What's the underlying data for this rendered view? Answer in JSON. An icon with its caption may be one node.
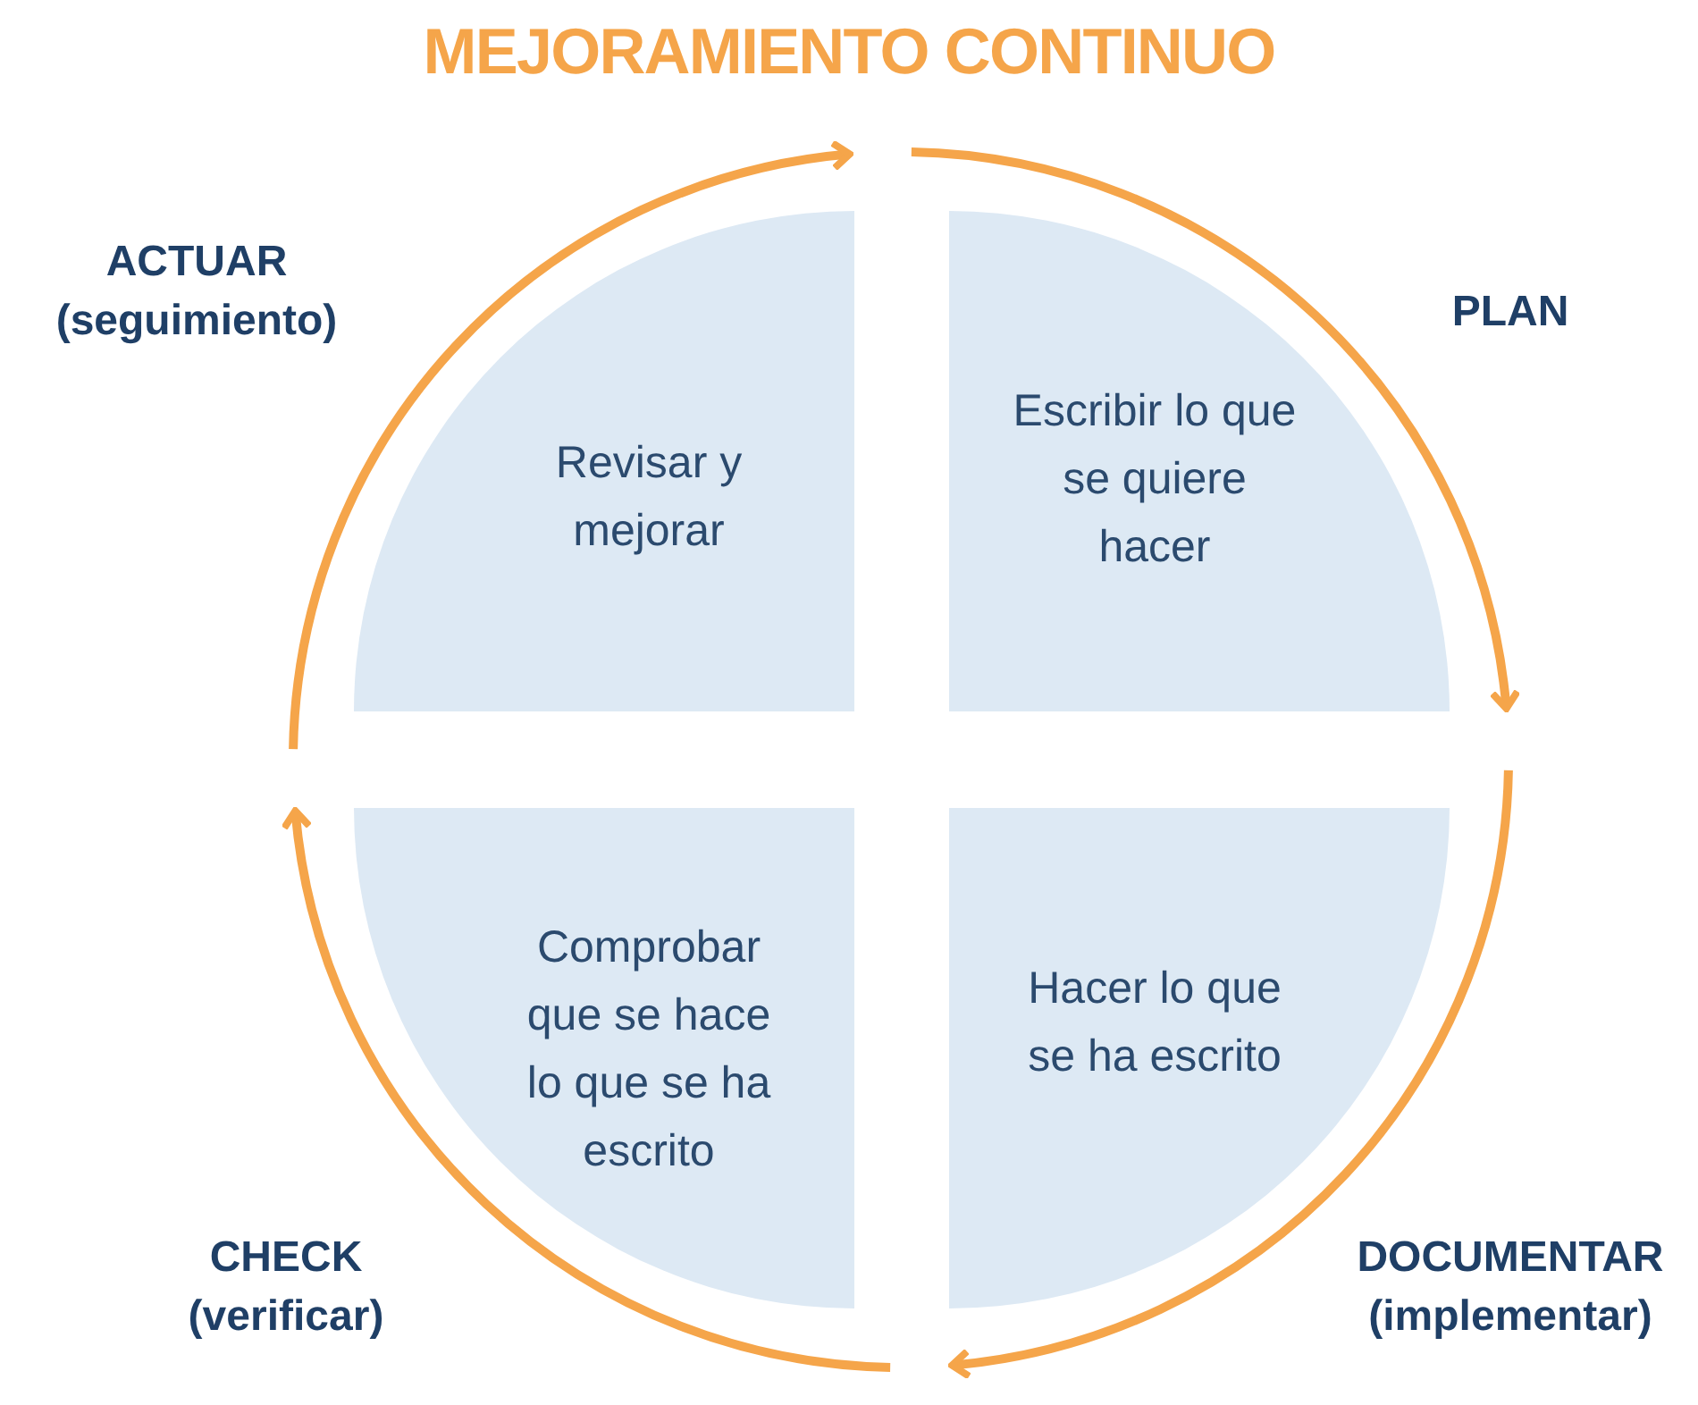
{
  "diagram": {
    "title": "MEJORAMIENTO CONTINUO",
    "nodes": [
      {
        "text": [
          "Revisar y mejorar"
        ],
        "beside": [
          "ACTUAR",
          "(seguimiento)"
        ]
      },
      {
        "text": [
          "Escribir lo que se quiere hacer"
        ],
        "beside": [
          "PLAN"
        ]
      },
      {
        "text": [
          "Comprobar que se hace lo que se ha escrito"
        ],
        "beside": [
          "CHECK",
          "(verificar)"
        ]
      },
      {
        "text": [
          "Hacer lo que se ha escrito"
        ],
        "beside": [
          "DOCUMENTAR",
          "(implementar)"
        ]
      }
    ]
  }
}
